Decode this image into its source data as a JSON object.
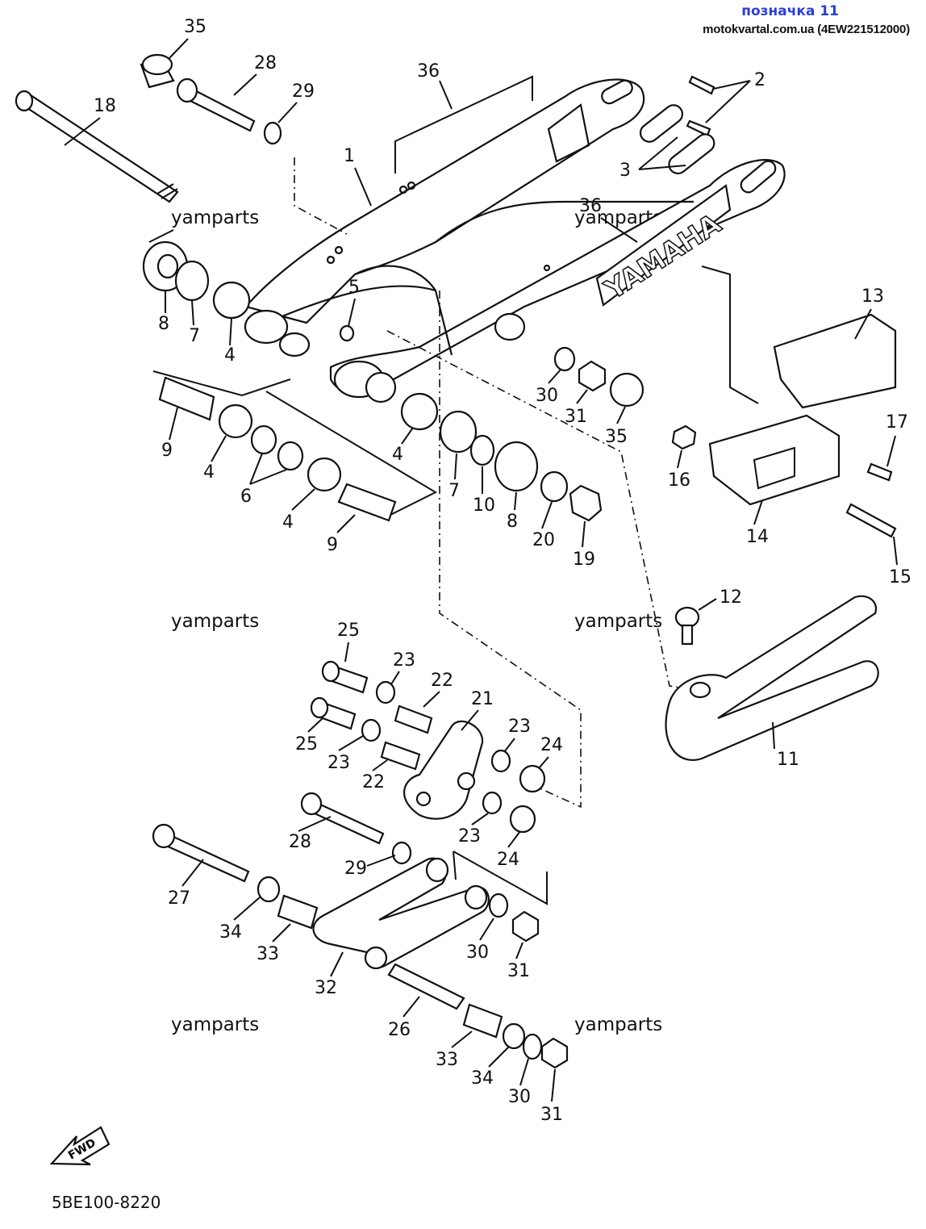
{
  "header": {
    "title": "позначка 11",
    "source": "motokvartal.com.ua (4EW221512000)"
  },
  "watermarks": [
    "yamparts",
    "yamparts",
    "yamparts",
    "yamparts",
    "yamparts",
    "yamparts"
  ],
  "diagram_code": "5BE100-8220",
  "fwd_label": "FWD",
  "decal_text": "YAMAHA",
  "callouts": [
    "35",
    "28",
    "29",
    "18",
    "36",
    "2",
    "3",
    "1",
    "36",
    "8",
    "7",
    "4",
    "5",
    "13",
    "30",
    "31",
    "35",
    "9",
    "4",
    "6",
    "4",
    "9",
    "4",
    "7",
    "10",
    "8",
    "20",
    "19",
    "16",
    "17",
    "14",
    "15",
    "12",
    "25",
    "23",
    "22",
    "21",
    "25",
    "23",
    "22",
    "23",
    "24",
    "11",
    "28",
    "27",
    "29",
    "23",
    "24",
    "34",
    "33",
    "30",
    "31",
    "32",
    "26",
    "33",
    "34",
    "30",
    "31"
  ],
  "colors": {
    "title": "#2b3fd6",
    "ink": "#111111",
    "background": "#ffffff"
  }
}
